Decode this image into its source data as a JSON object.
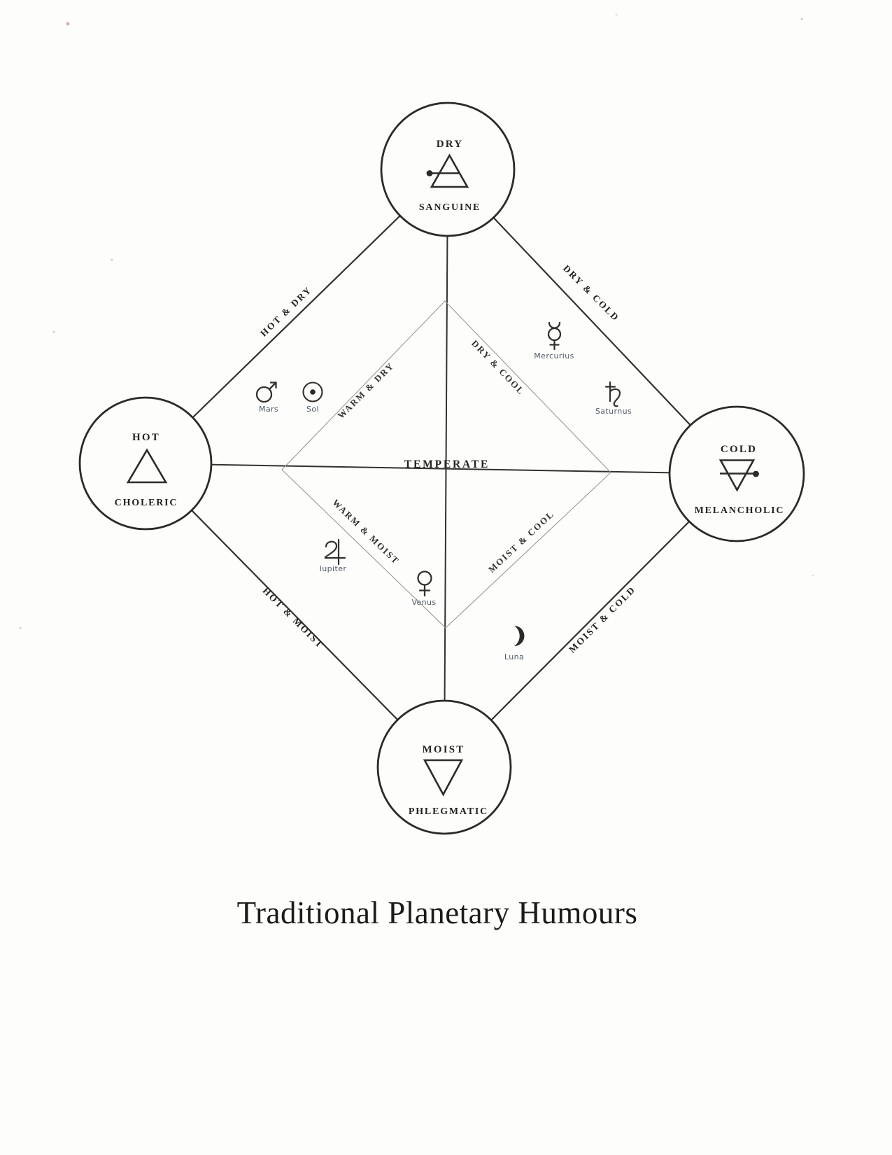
{
  "title": "Traditional Planetary Humours",
  "center": {
    "label": "TEMPERATE"
  },
  "colors": {
    "ink": "#2e2b28",
    "thin_line": "#9b9793",
    "planet_label": "#4e5a63",
    "paper": "#fdfdfc"
  },
  "nodes": {
    "top": {
      "quality": "DRY",
      "humour": "SANGUINE",
      "symbol": "air-icon"
    },
    "left": {
      "quality": "HOT",
      "humour": "CHOLERIC",
      "symbol": "fire-icon"
    },
    "right": {
      "quality": "COLD",
      "humour": "MELANCHOLIC",
      "symbol": "earth-icon"
    },
    "bottom": {
      "quality": "MOIST",
      "humour": "PHLEGMATIC",
      "symbol": "water-icon"
    }
  },
  "outer_edges": [
    {
      "id": "top-left",
      "label": "HOT & DRY"
    },
    {
      "id": "top-right",
      "label": "DRY & COLD"
    },
    {
      "id": "bottom-left",
      "label": "HOT & MOIST"
    },
    {
      "id": "bottom-right",
      "label": "MOIST & COLD"
    }
  ],
  "inner_edges": [
    {
      "id": "warm-dry",
      "label": "WARM & DRY"
    },
    {
      "id": "dry-cool",
      "label": "DRY & COOL"
    },
    {
      "id": "warm-moist",
      "label": "WARM & MOIST"
    },
    {
      "id": "moist-cool",
      "label": "MOIST & COOL"
    }
  ],
  "planets": [
    {
      "name": "Mars",
      "symbol": "mars-icon"
    },
    {
      "name": "Sol",
      "symbol": "sol-icon"
    },
    {
      "name": "Mercurius",
      "symbol": "mercury-icon"
    },
    {
      "name": "Saturnus",
      "symbol": "saturn-icon"
    },
    {
      "name": "Iupiter",
      "symbol": "jupiter-icon"
    },
    {
      "name": "Venus",
      "symbol": "venus-icon"
    },
    {
      "name": "Luna",
      "symbol": "luna-icon"
    }
  ]
}
